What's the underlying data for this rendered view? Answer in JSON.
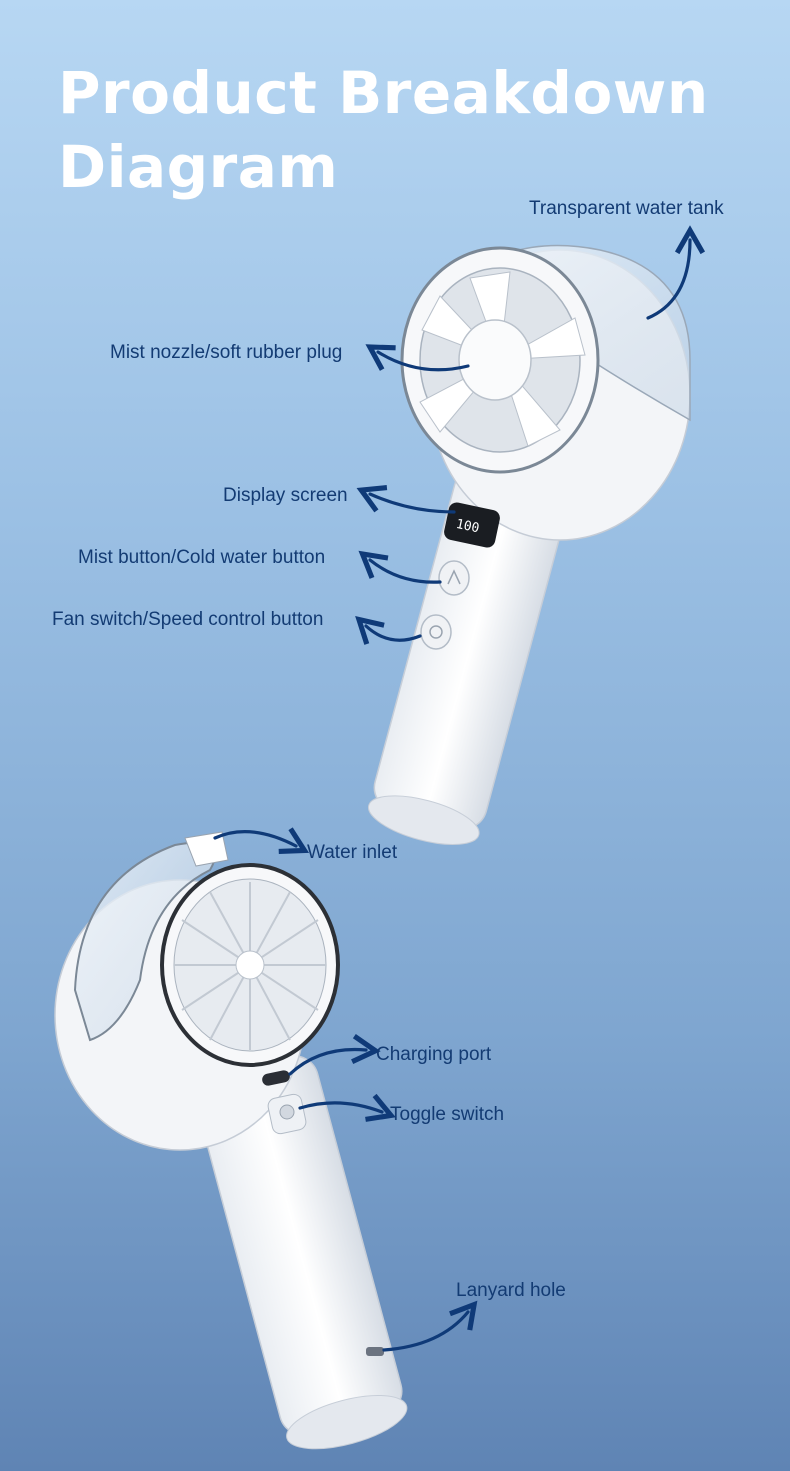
{
  "header": {
    "title_line1": "Product Breakdown",
    "title_line2": "Diagram"
  },
  "callouts": {
    "transparent_tank": "Transparent water tank",
    "mist_nozzle": "Mist nozzle/soft rubber plug",
    "display": "Display screen",
    "display_reading": "100",
    "mist_button": "Mist button/Cold water button",
    "fan_switch": "Fan switch/Speed control button",
    "water_inlet": "Water inlet",
    "charging_port": "Charging port",
    "toggle_switch": "Toggle switch",
    "lanyard_hole": "Lanyard hole"
  },
  "colors": {
    "label": "#133b73",
    "arrow": "#0f3a78",
    "title": "#ffffff"
  }
}
